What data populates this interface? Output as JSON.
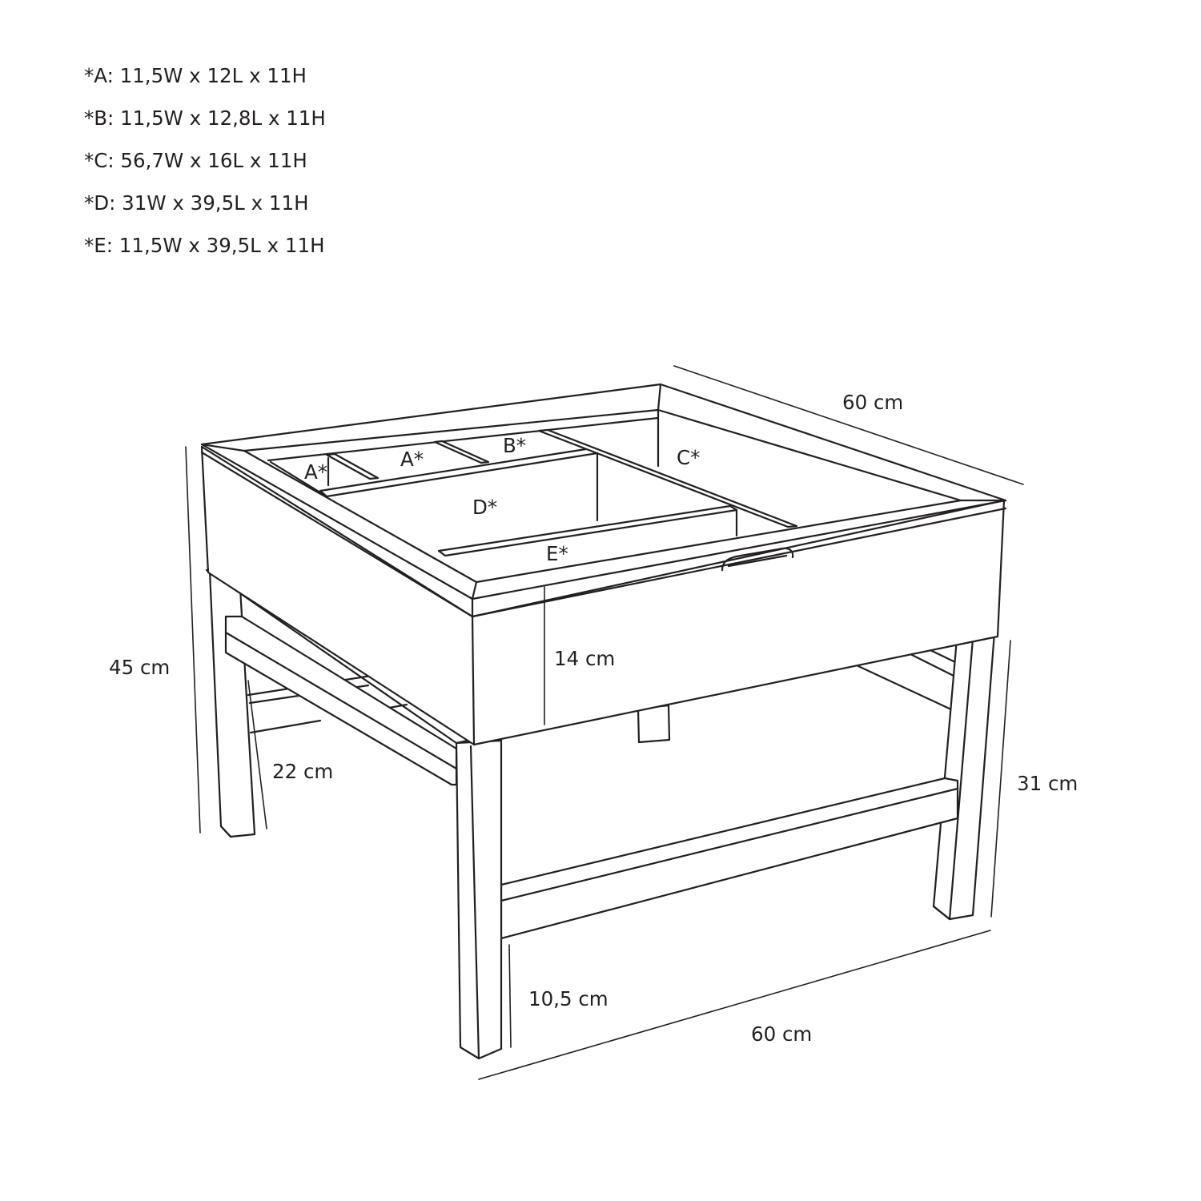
{
  "legend": [
    "*A: 11,5W x 12L x 11H",
    "*B: 11,5W x 12,8L x 11H",
    "*C: 56,7W x 16L x 11H",
    "*D: 31W x 39,5L x 11H",
    "*E: 11,5W x 39,5L x 11H"
  ],
  "compartments": {
    "a_left": "A*",
    "a_right": "A*",
    "b": "B*",
    "c": "C*",
    "d": "D*",
    "e": "E*"
  },
  "dimensions": {
    "depth_top": "60 cm",
    "total_height": "45 cm",
    "box_height": "14 cm",
    "shelf_gap": "22 cm",
    "leg_height": "31 cm",
    "floor_clearance": "10,5 cm",
    "width_bottom": "60 cm"
  }
}
